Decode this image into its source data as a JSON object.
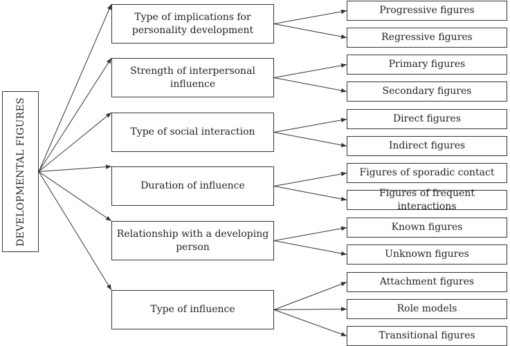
{
  "root": {
    "label": "DEVELOPMENTAL FIGURES"
  },
  "categories": [
    {
      "label": "Type of implications for personality development",
      "children": [
        "Progressive figures",
        "Regressive figures"
      ]
    },
    {
      "label": "Strength of interpersonal influence",
      "children": [
        "Primary figures",
        "Secondary figures"
      ]
    },
    {
      "label": "Type of social interaction",
      "children": [
        "Direct figures",
        "Indirect figures"
      ]
    },
    {
      "label": "Duration of influence",
      "children": [
        "Figures of sporadic contact",
        "Figures of frequent interactions"
      ]
    },
    {
      "label": "Relationship with a developing person",
      "children": [
        "Known figures",
        "Unknown figures"
      ]
    },
    {
      "label": "Type of influence",
      "children": [
        "Attachment figures",
        "Role models",
        "Transitional figures"
      ]
    }
  ]
}
